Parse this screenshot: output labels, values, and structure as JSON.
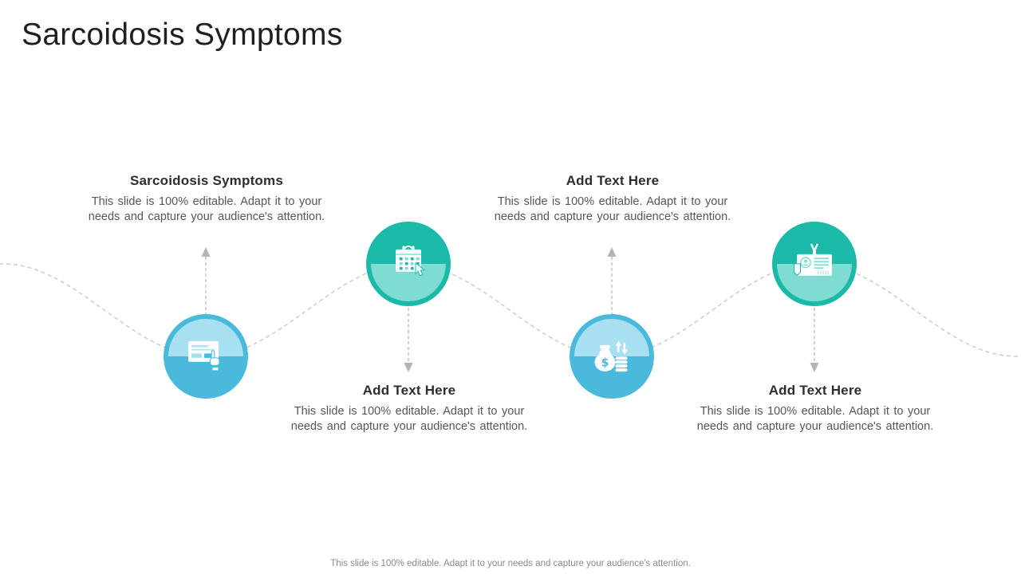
{
  "slide": {
    "title": "Sarcoidosis Symptoms",
    "footer": "This slide is 100% editable. Adapt it to your needs and capture your audience's attention."
  },
  "colors": {
    "blue_circle": "#49BADC",
    "blue_circle_light": "#A9E0F1",
    "teal_circle": "#1BB9A8",
    "teal_circle_light": "#7FDCD2",
    "dashed_wave": "#C9C9C9",
    "arrow": "#B5B5B5",
    "title_text": "#1F1F1F",
    "heading_text": "#2E2E2E",
    "body_text": "#565656",
    "footer_text": "#8A8A8A"
  },
  "milestones": [
    {
      "heading": "Sarcoidosis Symptoms",
      "body": "This slide is 100% editable. Adapt it to your needs and capture your audience's attention.",
      "icon": "form-click-icon",
      "circle_color": "blue",
      "label_position": "above"
    },
    {
      "heading": "Add Text Here",
      "body": "This slide is 100% editable. Adapt it to your needs and capture your audience's attention.",
      "icon": "calendar-cursor-icon",
      "circle_color": "teal",
      "label_position": "below"
    },
    {
      "heading": "Add Text Here",
      "body": "This slide is 100% editable. Adapt it to your needs and capture your audience's attention.",
      "icon": "money-bag-coins-icon",
      "circle_color": "blue",
      "label_position": "above"
    },
    {
      "heading": "Add Text Here",
      "body": "This slide is 100% editable. Adapt it to your needs and capture your audience's attention.",
      "icon": "id-badge-icon",
      "circle_color": "teal",
      "label_position": "below"
    }
  ]
}
